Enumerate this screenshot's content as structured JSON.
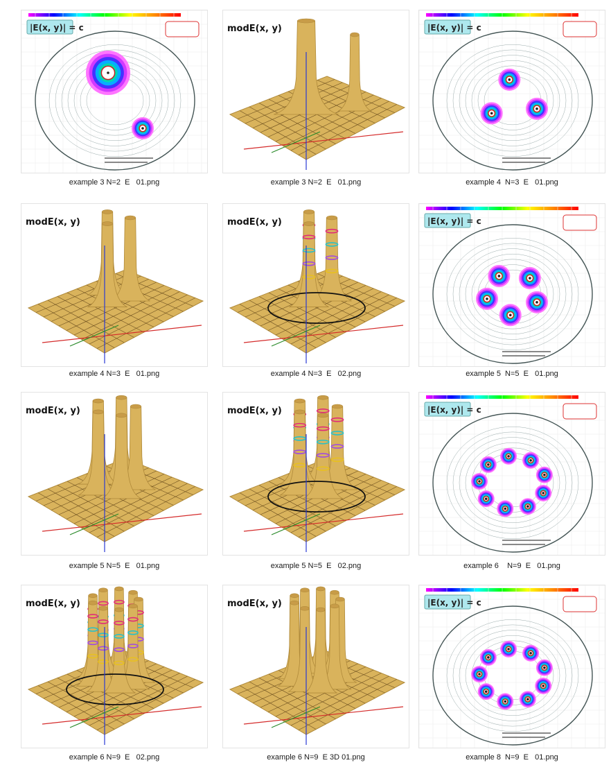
{
  "files": [
    {
      "caption": "example 3 N=2  E   01.png",
      "kind": "contour",
      "heading": "|E(x, y)| = c",
      "centers": 2
    },
    {
      "caption": "example 3 N=2  E   01.png",
      "kind": "surface",
      "heading": "modE(x, y)",
      "peaks": 2
    },
    {
      "caption": "example 4  N=3  E   01.png",
      "kind": "contour",
      "heading": "|E(x, y)| = c",
      "centers": 3
    },
    {
      "caption": "example 4 N=3  E   01.png",
      "kind": "surface",
      "heading": "modE(x, y)",
      "peaks": 3
    },
    {
      "caption": "example 4 N=3  E   02.png",
      "kind": "surface",
      "heading": "modE(x, y)",
      "peaks": 3,
      "rings": true
    },
    {
      "caption": "example 5  N=5  E   01.png",
      "kind": "contour",
      "heading": "|E(x, y)| = c",
      "centers": 5
    },
    {
      "caption": "example 5 N=5  E   01.png",
      "kind": "surface",
      "heading": "modE(x, y)",
      "peaks": 5
    },
    {
      "caption": "example 5 N=5  E   02.png",
      "kind": "surface",
      "heading": "modE(x, y)",
      "peaks": 5,
      "rings": true
    },
    {
      "caption": "example 6    N=9  E   01.png",
      "kind": "contour",
      "heading": "|E(x, y)| = c",
      "centers": 9
    },
    {
      "caption": "example 6 N=9  E   02.png",
      "kind": "surface",
      "heading": "modE(x, y)",
      "peaks": 9,
      "rings": true
    },
    {
      "caption": "example 6 N=9  E 3D 01.png",
      "kind": "surface",
      "heading": "modE(x, y)",
      "peaks": 9
    },
    {
      "caption": "example 8  N=9  E   01.png",
      "kind": "contour",
      "heading": "|E(x, y)| = c",
      "centers": 9
    }
  ],
  "colors": {
    "surface": "#d9b35c",
    "surface_dark": "#b08a3a",
    "mesh": "#6b4e1e",
    "axis_red": "#d42a2a",
    "axis_green": "#2a8a2a",
    "axis_blue": "#2a3ad4",
    "heading_box": "#aee8ee"
  }
}
